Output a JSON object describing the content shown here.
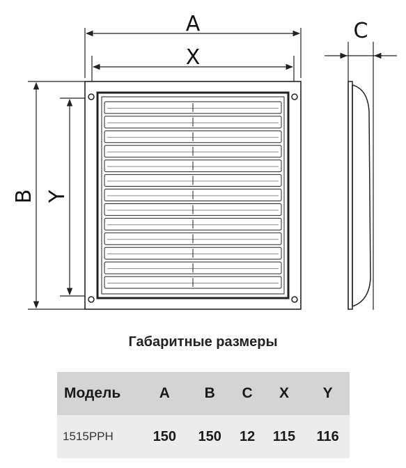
{
  "dimension_labels": {
    "A": "A",
    "X": "X",
    "B": "B",
    "Y": "Y",
    "C": "C"
  },
  "caption": "Габаритные размеры",
  "table": {
    "headers": [
      "Модель",
      "A",
      "B",
      "C",
      "X",
      "Y"
    ],
    "rows": [
      [
        "1515PPH",
        "150",
        "150",
        "12",
        "115",
        "116"
      ]
    ]
  },
  "colors": {
    "line": "#222222",
    "table_header_bg": "#d4d4d4",
    "table_row_bg": "#ececec"
  },
  "louver_count": 13
}
